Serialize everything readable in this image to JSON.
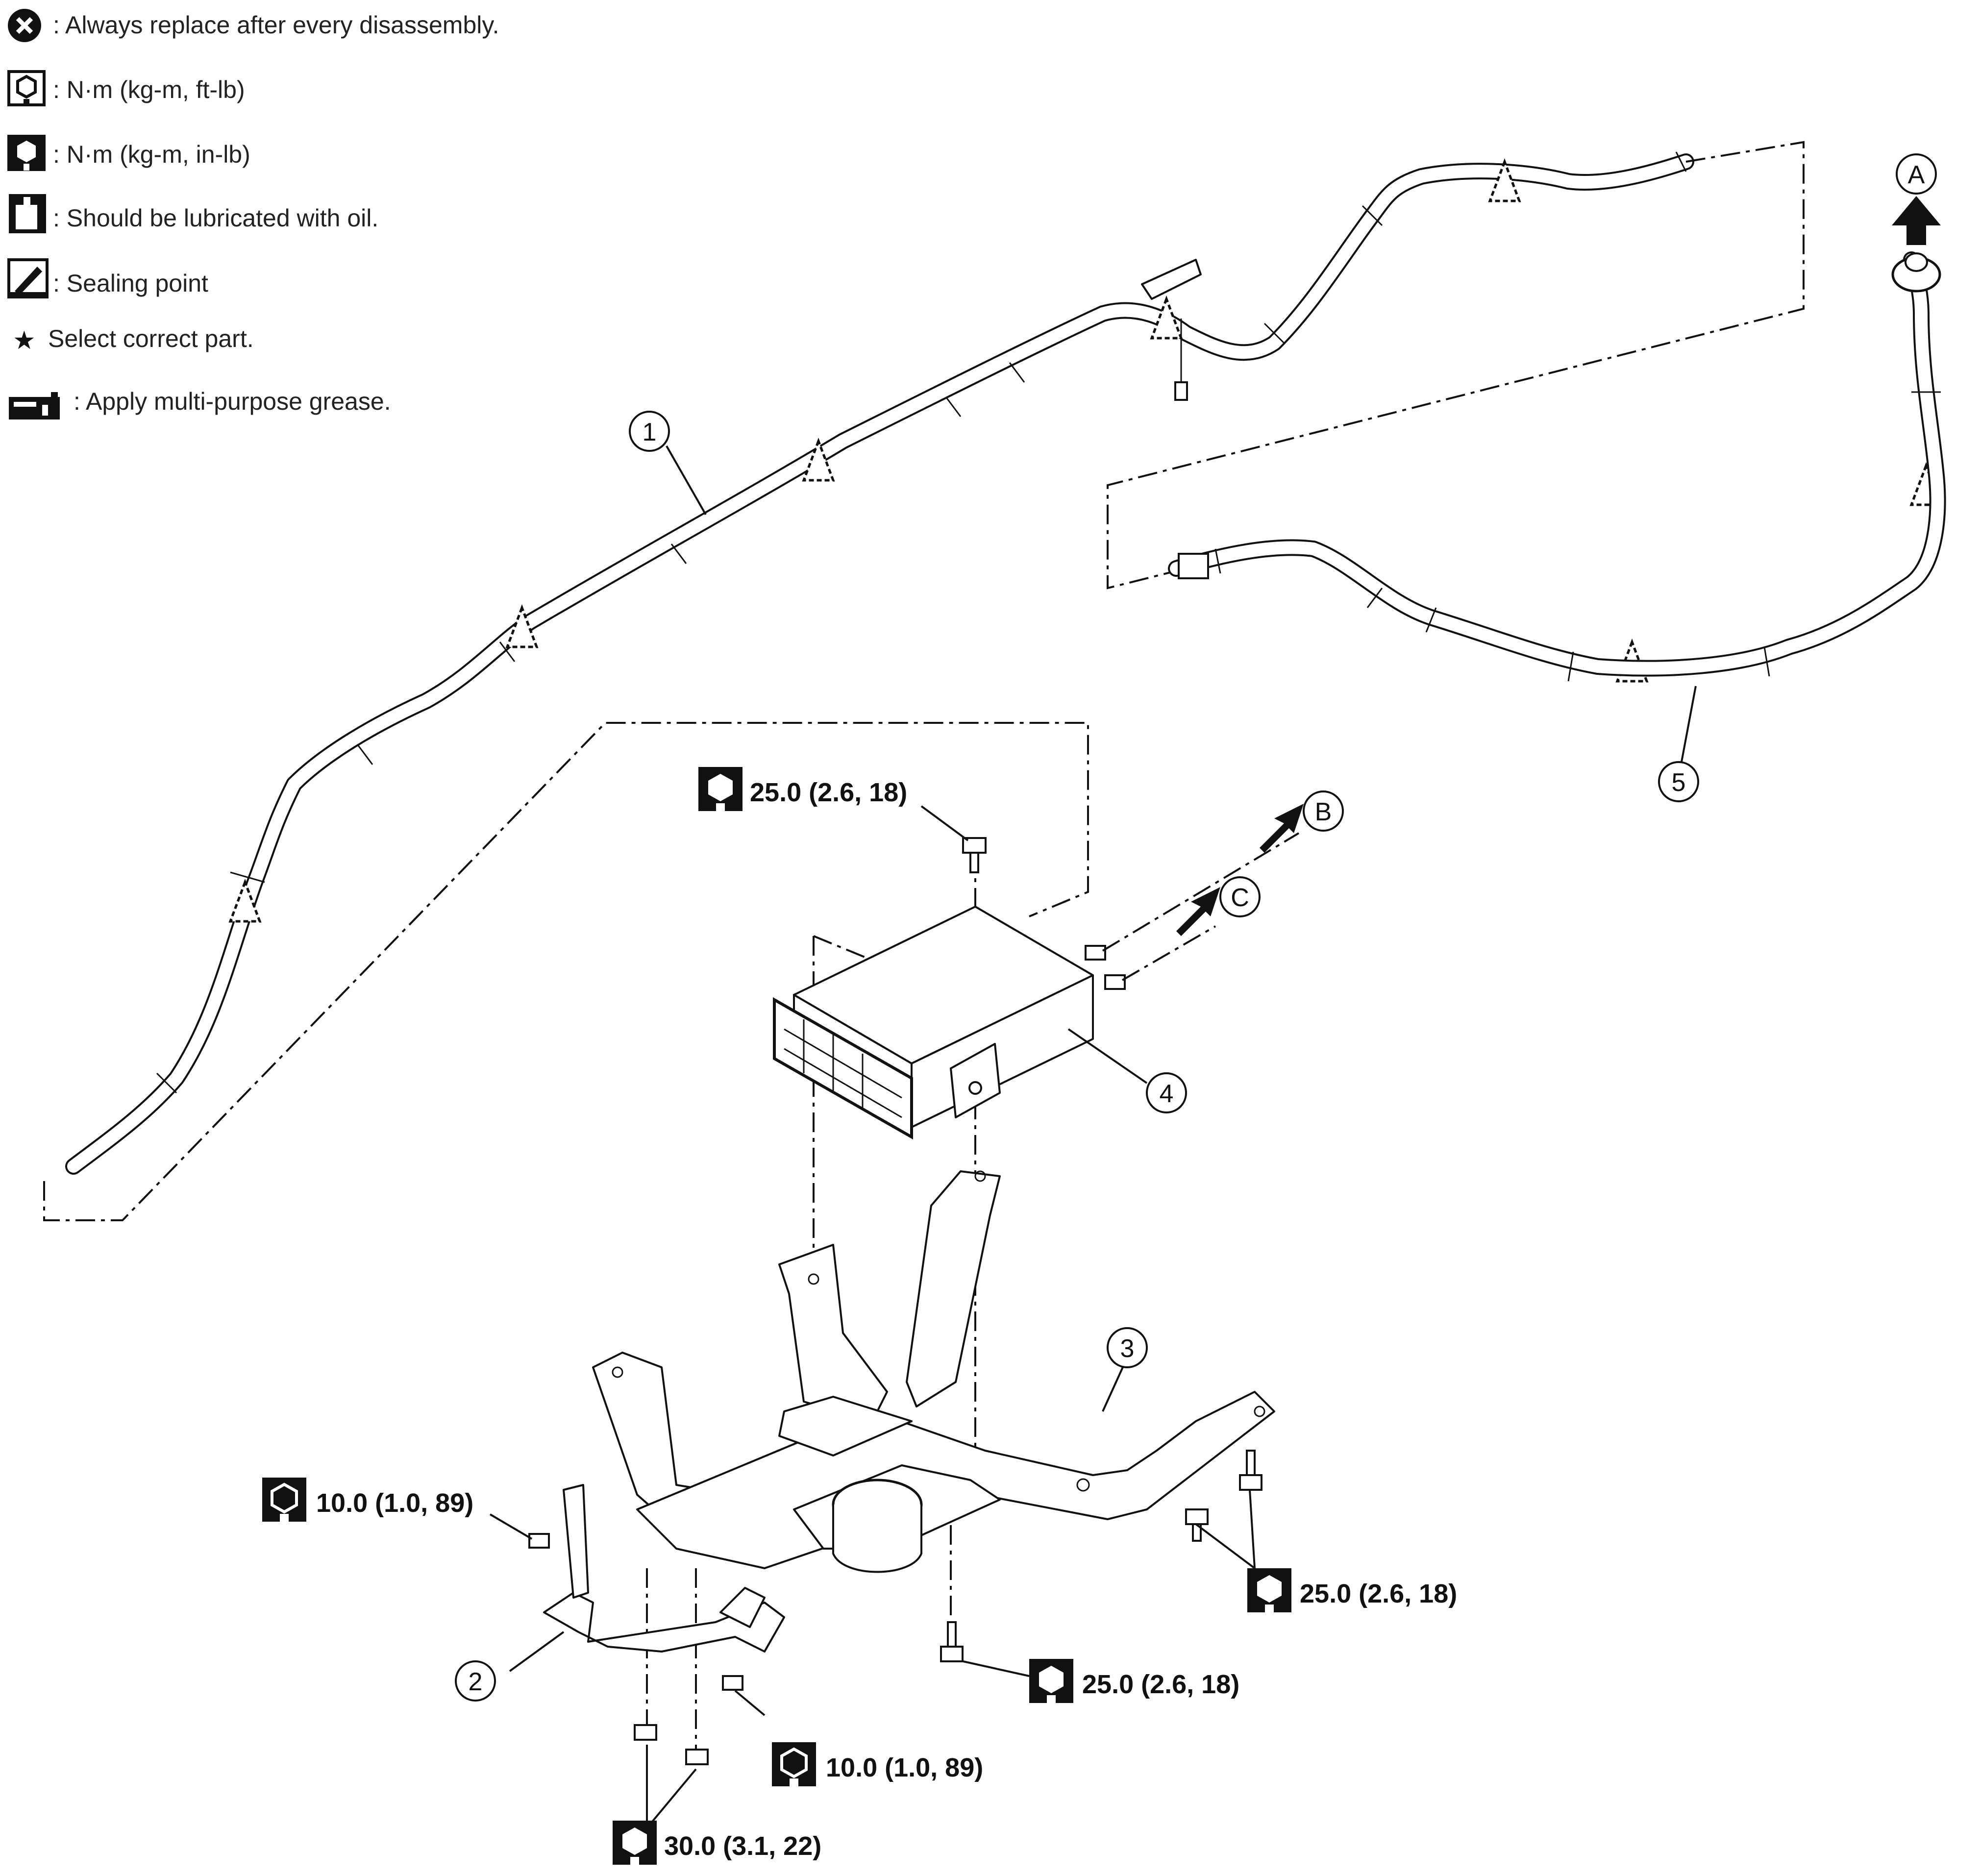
{
  "legend": {
    "items": [
      {
        "icon": "always-replace-icon",
        "label": ": Always replace after every disassembly."
      },
      {
        "icon": "torque-wrench-ft-lb-icon",
        "label": ": N·m (kg-m, ft-lb)"
      },
      {
        "icon": "torque-wrench-in-lb-icon",
        "label": ": N·m (kg-m, in-lb)"
      },
      {
        "icon": "oil-can-icon",
        "label": ": Should be lubricated with oil."
      },
      {
        "icon": "sealing-point-icon",
        "label": ": Sealing point"
      },
      {
        "icon": "star-icon",
        "label": "Select correct part."
      },
      {
        "icon": "grease-gun-icon",
        "label": ": Apply multi-purpose grease."
      }
    ]
  },
  "callouts": {
    "part1": "1",
    "part2": "2",
    "part3": "3",
    "part4": "4",
    "part5": "5",
    "arrowA": "A",
    "arrowB": "B",
    "arrowC": "C"
  },
  "torques": {
    "canister_top": "25.0 (2.6, 18)",
    "bracket_left": "10.0 (1.0, 89)",
    "bracket_right": "25.0 (2.6, 18)",
    "bracket_bottom": "25.0 (2.6, 18)",
    "bracket_lower": "10.0 (1.0, 89)",
    "bracket_bottom_left": "30.0 (3.1, 22)"
  }
}
